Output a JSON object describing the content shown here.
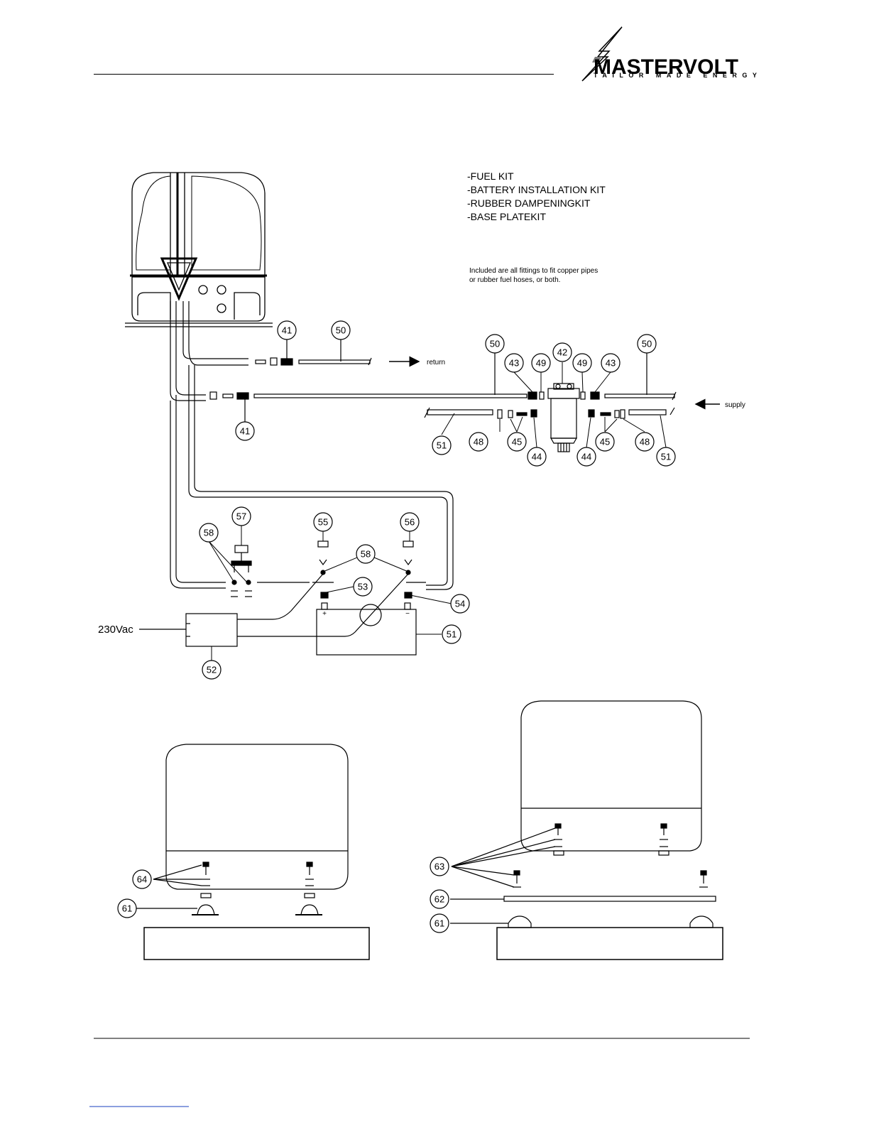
{
  "header": {
    "brand": "MASTERVOLT",
    "tagline": "TAILOR MADE ENERGY"
  },
  "kits": [
    "-FUEL KIT",
    "-BATTERY INSTALLATION KIT",
    "-RUBBER DAMPENINGKIT",
    "-BASE PLATEKIT"
  ],
  "note": {
    "line1": "Included are all fittings to fit copper pipes",
    "line2": "or rubber fuel hoses, or both."
  },
  "flow_labels": {
    "return": "return",
    "supply": "supply",
    "mains": "230Vac"
  },
  "part_numbers": {
    "p41a": "41",
    "p41b": "41",
    "p50a": "50",
    "p50b": "50",
    "p50c": "50",
    "p43a": "43",
    "p43b": "43",
    "p49a": "49",
    "p49b": "49",
    "p42": "42",
    "p51a": "51",
    "p48a": "48",
    "p45a": "45",
    "p44a": "44",
    "p44b": "44",
    "p45b": "45",
    "p48b": "48",
    "p51b": "51",
    "p57": "57",
    "p58a": "58",
    "p55": "55",
    "p58b": "58",
    "p56": "56",
    "p53": "53",
    "p54": "54",
    "p51c": "51",
    "p52": "52",
    "p64": "64",
    "p61a": "61",
    "p63": "63",
    "p62": "62",
    "p61b": "61"
  },
  "battery": {
    "plus": "+",
    "minus": "−"
  },
  "colors": {
    "line": "#000000",
    "background": "#ffffff",
    "footer_link": "#1a3fbf"
  }
}
